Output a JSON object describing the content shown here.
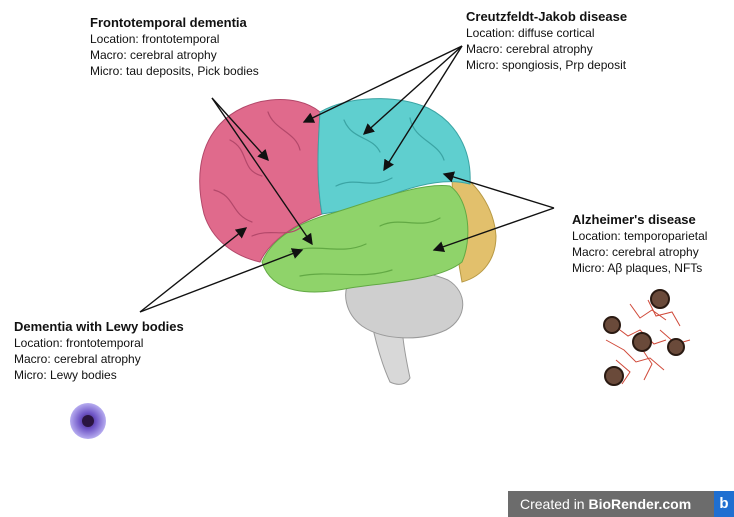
{
  "diseases": {
    "ftd": {
      "title": "Frontotemporal dementia",
      "location": "Location: frontotemporal",
      "macro": "Macro: cerebral atrophy",
      "micro": "Micro: tau deposits, Pick bodies"
    },
    "cjd": {
      "title": "Creutzfeldt-Jakob disease",
      "location": "Location: diffuse cortical",
      "macro": "Macro: cerebral atrophy",
      "micro": "Micro: spongiosis, Prp deposit"
    },
    "ad": {
      "title": "Alzheimer's disease",
      "location": "Location: temporoparietal",
      "macro": "Macro: cerebral atrophy",
      "micro": "Micro: Aβ plaques, NFTs"
    },
    "dlb": {
      "title": "Dementia with Lewy bodies",
      "location": "Location: frontotemporal",
      "macro": "Macro: cerebral atrophy",
      "micro": "Micro: Lewy bodies"
    }
  },
  "colors": {
    "frontal": "#e06a8c",
    "parietal": "#5fcfcf",
    "temporal": "#8fd36a",
    "occipital": "#e3c06a",
    "cerebellum": "#c9c9c9",
    "brainstem": "#d9d9d9",
    "arrow": "#111111",
    "lewy_body": "#9c8fe0",
    "plaque": "#c0392b"
  },
  "watermark": {
    "prefix": "Created in ",
    "brand": "BioRender.com",
    "logo": "b"
  }
}
